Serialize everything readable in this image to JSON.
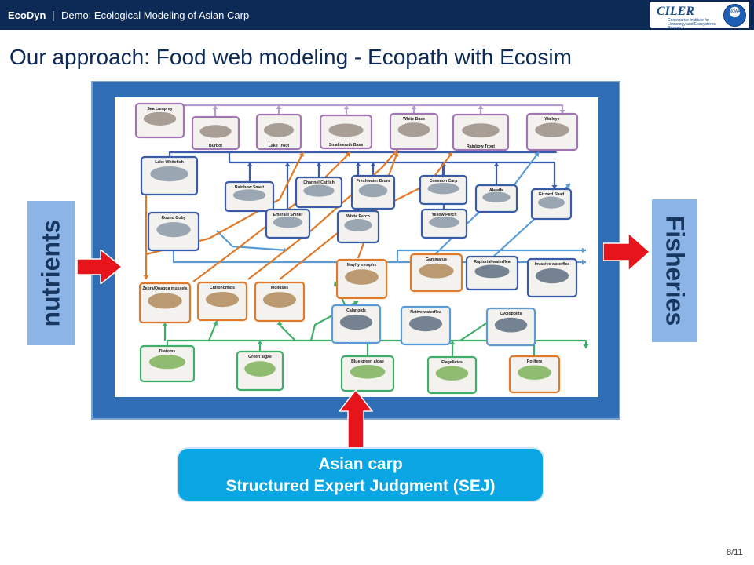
{
  "header": {
    "brand": "EcoDyn",
    "separator": "|",
    "subtitle": "Demo: Ecological Modeling of Asian Carp",
    "logo_text": "CILER",
    "logo_subtext": "Cooperative Institute for Limnology and Ecosystems Research",
    "noaa_text": "NOAA"
  },
  "slide": {
    "title": "Our approach: Food web modeling - Ecopath with Ecosim",
    "page_number": "8/11"
  },
  "labels": {
    "nutrients": "nutrients",
    "fisheries": "Fisheries"
  },
  "sej_box": {
    "line1": "Asian carp",
    "line2": "Structured Expert Judgment (SEJ)"
  },
  "food_web": {
    "nodes": [
      {
        "id": "sea_lamprey",
        "label": "Sea Lamprey",
        "tier": "top",
        "color": "#a275b5"
      },
      {
        "id": "burbot",
        "label": "Burbot",
        "tier": "top",
        "color": "#a275b5"
      },
      {
        "id": "lake_trout",
        "label": "Lake Trout",
        "tier": "top",
        "color": "#a275b5"
      },
      {
        "id": "smallmouth_bass",
        "label": "Smallmouth Bass",
        "tier": "top",
        "color": "#a275b5"
      },
      {
        "id": "white_bass",
        "label": "White Bass",
        "tier": "top",
        "color": "#a275b5"
      },
      {
        "id": "rainbow_trout",
        "label": "Rainbow Trout",
        "tier": "top",
        "color": "#a275b5"
      },
      {
        "id": "walleye",
        "label": "Walleye",
        "tier": "top",
        "color": "#a275b5"
      },
      {
        "id": "lake_whitefish",
        "label": "Lake Whitefish",
        "tier": "fish",
        "color": "#3a5ba8"
      },
      {
        "id": "rainbow_smelt",
        "label": "Rainbow Smelt",
        "tier": "fish",
        "color": "#3a5ba8"
      },
      {
        "id": "channel_catfish",
        "label": "Channel Catfish",
        "tier": "fish",
        "color": "#3a5ba8"
      },
      {
        "id": "freshwater_drum",
        "label": "Freshwater Drum",
        "tier": "fish",
        "color": "#3a5ba8"
      },
      {
        "id": "common_carp",
        "label": "Common Carp",
        "tier": "fish",
        "color": "#3a5ba8"
      },
      {
        "id": "alewife",
        "label": "Alewife",
        "tier": "fish",
        "color": "#3a5ba8"
      },
      {
        "id": "gizzard_shad",
        "label": "Gizzard Shad",
        "tier": "fish",
        "color": "#3a5ba8"
      },
      {
        "id": "round_goby",
        "label": "Round Goby",
        "tier": "fish",
        "color": "#3a5ba8"
      },
      {
        "id": "emerald_shiner",
        "label": "Emerald Shiner",
        "tier": "fish",
        "color": "#3a5ba8"
      },
      {
        "id": "white_perch",
        "label": "White Perch",
        "tier": "fish",
        "color": "#3a5ba8"
      },
      {
        "id": "yellow_perch",
        "label": "Yellow Perch",
        "tier": "fish",
        "color": "#3a5ba8"
      },
      {
        "id": "zebra_quagga",
        "label": "Zebra/Quagga mussels",
        "tier": "benthos",
        "color": "#e07a2b"
      },
      {
        "id": "chironomids",
        "label": "Chironomids",
        "tier": "benthos",
        "color": "#e07a2b"
      },
      {
        "id": "mollusks",
        "label": "Mollusks",
        "tier": "benthos",
        "color": "#e07a2b"
      },
      {
        "id": "mayfly_nymphs",
        "label": "Mayfly nymphs",
        "tier": "benthos",
        "color": "#e07a2b"
      },
      {
        "id": "gammarus",
        "label": "Gammarus",
        "tier": "benthos",
        "color": "#e07a2b"
      },
      {
        "id": "raptorial_waterflea",
        "label": "Raptorial waterflea",
        "tier": "zoop",
        "color": "#3a5ba8"
      },
      {
        "id": "invasive_waterflea",
        "label": "Invasive waterflea",
        "tier": "zoop",
        "color": "#3a5ba8"
      },
      {
        "id": "calanoids",
        "label": "Calanoids",
        "tier": "zoop",
        "color": "#5a9bd5"
      },
      {
        "id": "native_waterflea",
        "label": "Native waterflea",
        "tier": "zoop",
        "color": "#5a9bd5"
      },
      {
        "id": "cyclopoids",
        "label": "Cyclopoids",
        "tier": "zoop",
        "color": "#5a9bd5"
      },
      {
        "id": "diatoms",
        "label": "Diatoms",
        "tier": "producer",
        "color": "#3fae6a"
      },
      {
        "id": "green_algae",
        "label": "Green algae",
        "tier": "producer",
        "color": "#3fae6a"
      },
      {
        "id": "blue_green_algae",
        "label": "Blue-green algae",
        "tier": "producer",
        "color": "#3fae6a"
      },
      {
        "id": "flagellates",
        "label": "Flagellates",
        "tier": "producer",
        "color": "#3fae6a"
      },
      {
        "id": "rotifers",
        "label": "Rotifers",
        "tier": "producer",
        "color": "#e07a2b"
      }
    ]
  },
  "colors": {
    "header_bg": "#0d2a57",
    "title": "#0d2a57",
    "frame": "#2f6db4",
    "side_label_bg": "#8db4e6",
    "arrow": "#e8141b",
    "sej_bg": "#0aa6e3"
  }
}
